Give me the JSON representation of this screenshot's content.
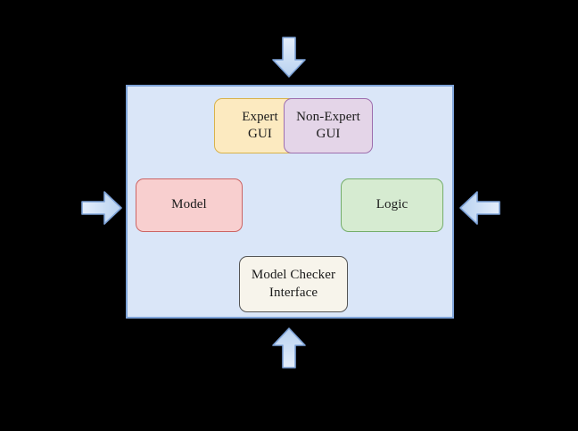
{
  "diagram": {
    "type": "architecture-block-diagram",
    "background_color": "#000000",
    "container": {
      "name": "system-container",
      "fill": "#dae6f8",
      "border_color": "#7ea3d8"
    },
    "nodes": [
      {
        "id": "expert-gui",
        "label": "Expert\nGUI",
        "fill": "#fceac0",
        "border": "#d8b24a"
      },
      {
        "id": "non-expert-gui",
        "label": "Non-Expert\nGUI",
        "fill": "#e4d5e8",
        "border": "#9e6fae"
      },
      {
        "id": "model",
        "label": "Model",
        "fill": "#f8cfcf",
        "border": "#cc6464"
      },
      {
        "id": "logic",
        "label": "Logic",
        "fill": "#d6ebd1",
        "border": "#74ad6a"
      },
      {
        "id": "model-checker-interface",
        "label": "Model Checker\nInterface",
        "fill": "#f7f4eb",
        "border": "#555555"
      }
    ],
    "arrows": [
      {
        "id": "arrow-top",
        "direction": "down",
        "fill": "#cfe0f6",
        "border": "#7ea3d8"
      },
      {
        "id": "arrow-bottom",
        "direction": "up",
        "fill": "#cfe0f6",
        "border": "#7ea3d8"
      },
      {
        "id": "arrow-left",
        "direction": "right",
        "fill": "#cfe0f6",
        "border": "#7ea3d8"
      },
      {
        "id": "arrow-right",
        "direction": "left",
        "fill": "#cfe0f6",
        "border": "#7ea3d8"
      }
    ]
  }
}
